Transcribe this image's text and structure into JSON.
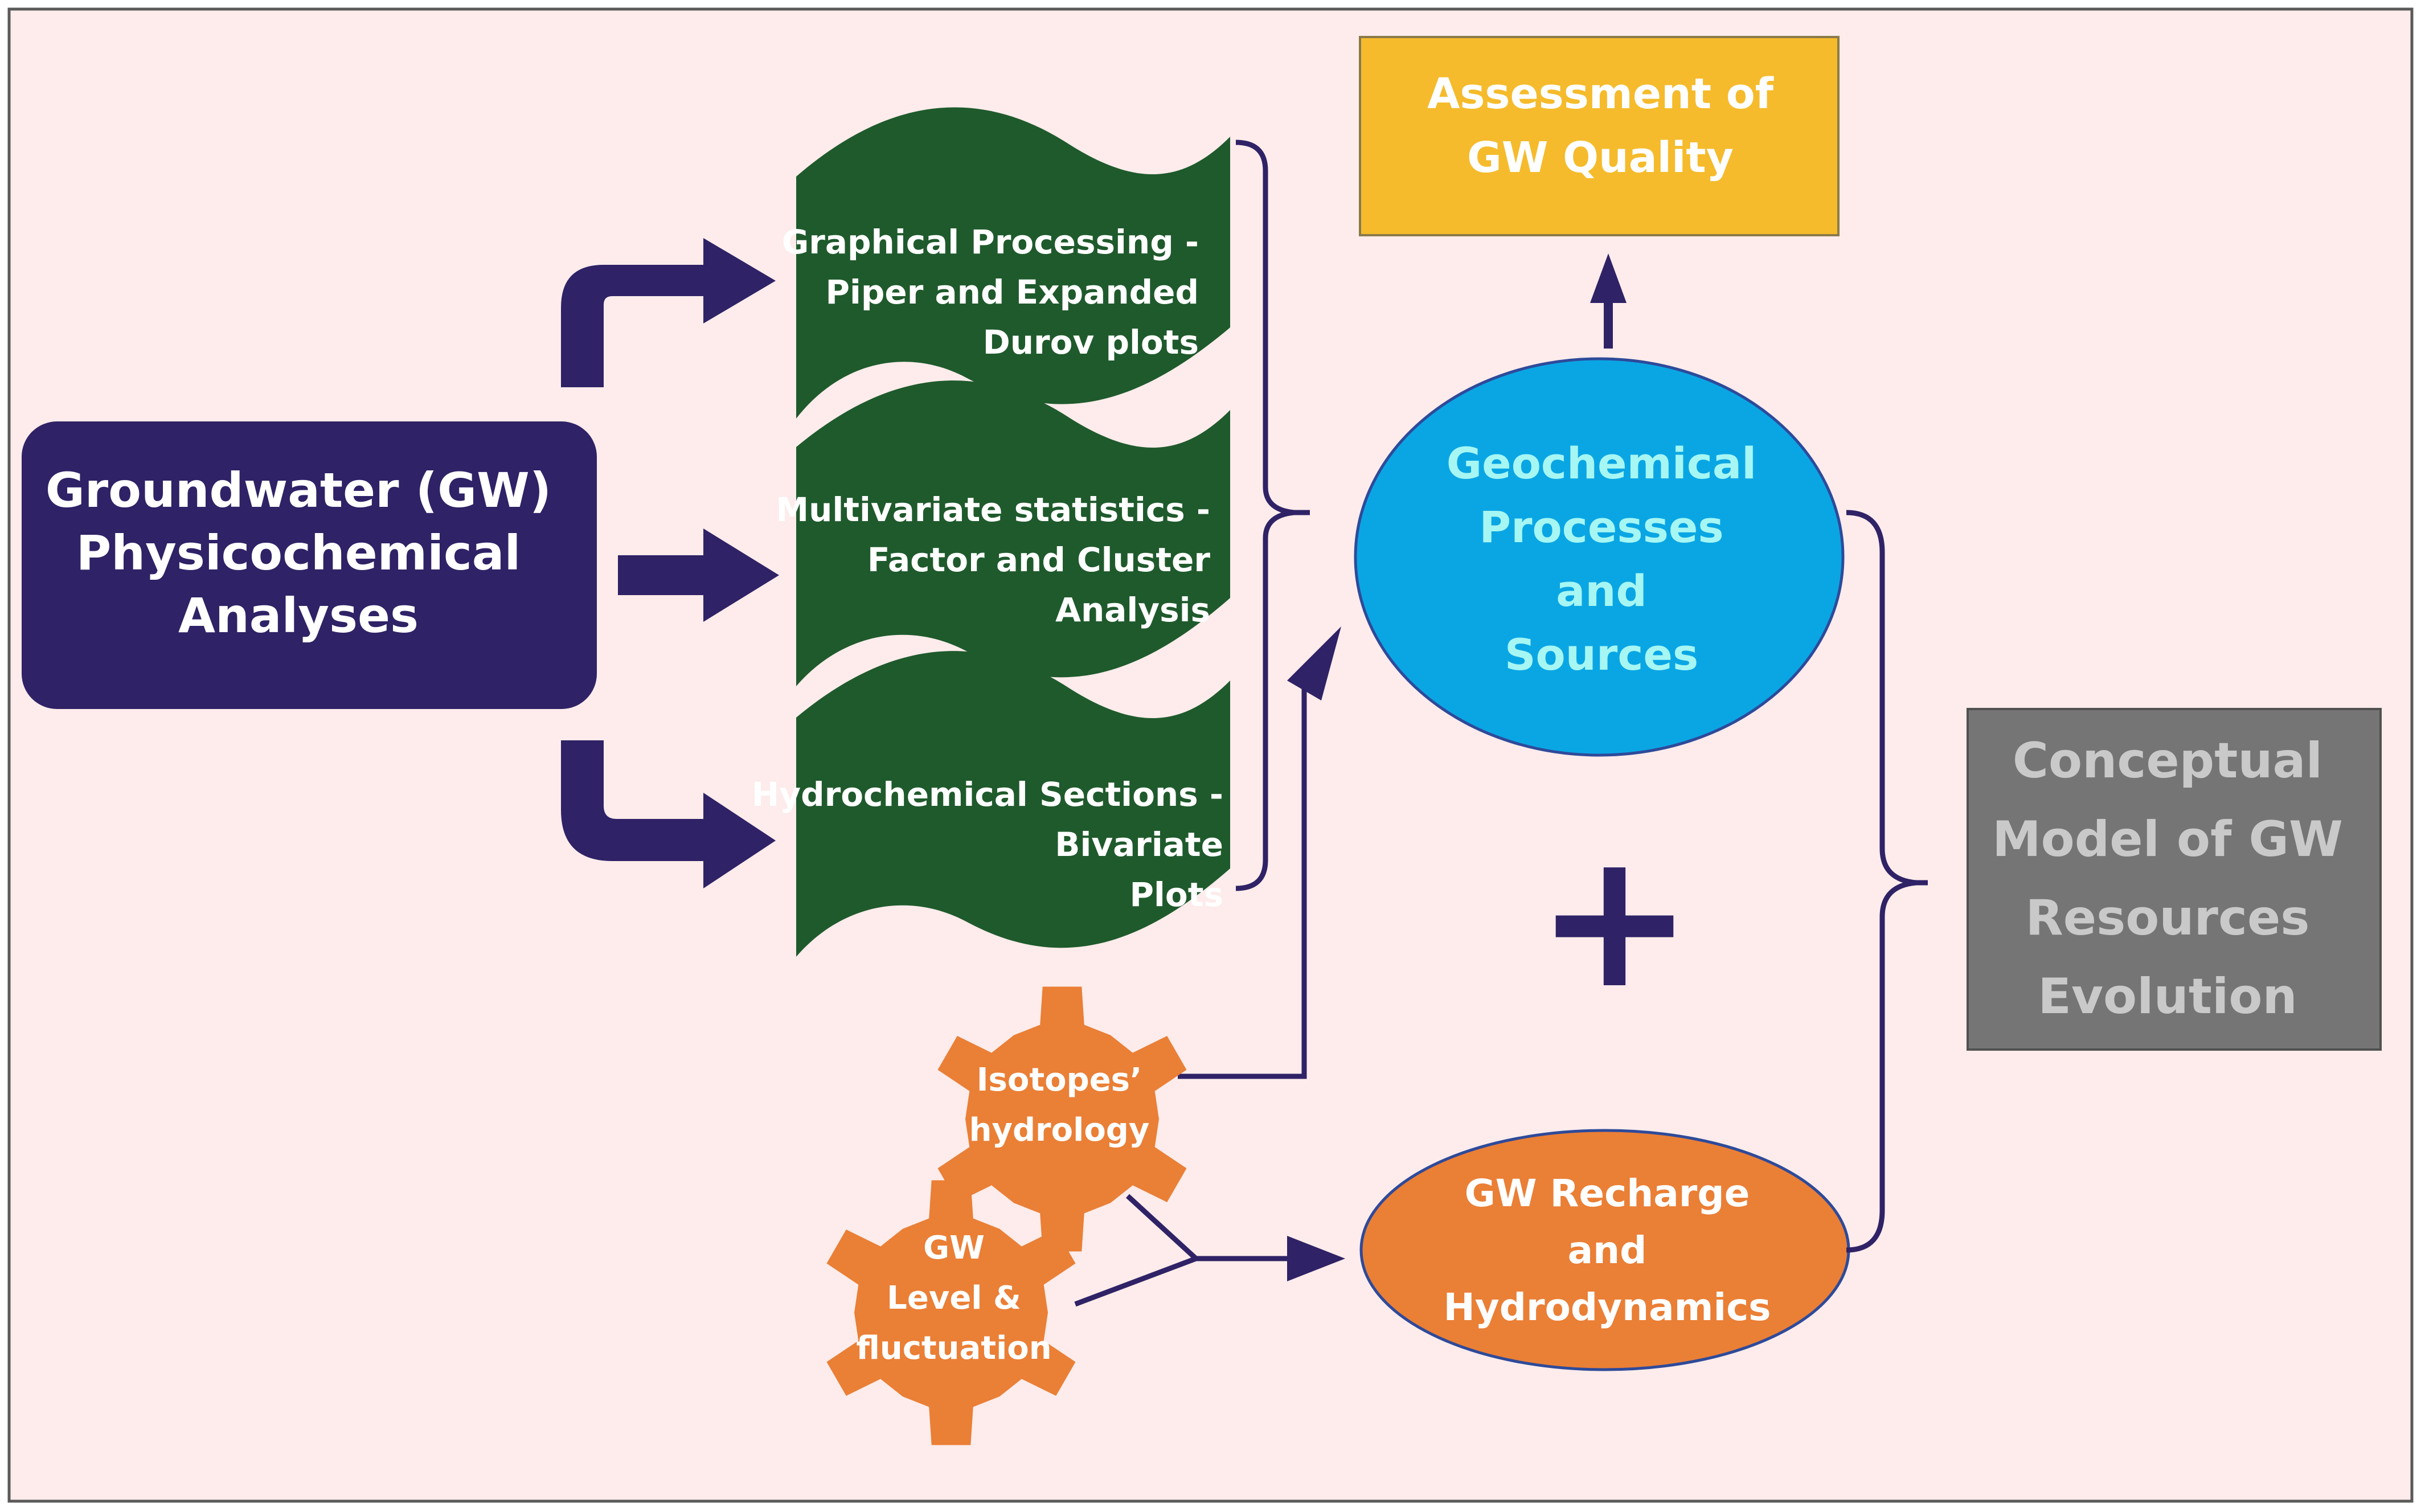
{
  "colors": {
    "background": "#fdeceb",
    "frame": "#5a5a5a",
    "navy": "#2f2266",
    "green": "#1f5a2c",
    "blue_fill": "#0aa6e4",
    "blue_text": "#a6f6f4",
    "yellow": "#f5bb2c",
    "orange": "#ea7f36",
    "gray": "#757575",
    "gray_text": "#c9c9c9"
  },
  "nodes": {
    "input": {
      "lines": [
        "Groundwater (GW)",
        "Physicochemical",
        "Analyses"
      ]
    },
    "graphical": {
      "lines": [
        "Graphical Processing -",
        "Piper and Expanded",
        "Durov plots"
      ]
    },
    "multivariate": {
      "lines": [
        "Multivariate statistics -",
        "Factor and Cluster",
        "Analysis"
      ]
    },
    "hydrochemical": {
      "lines": [
        "Hydrochemical Sections -",
        "Bivariate",
        "Plots"
      ]
    },
    "isotopes": {
      "lines": [
        "Isotopes’",
        "hydrology"
      ]
    },
    "gw_level": {
      "lines": [
        "GW",
        "Level &",
        "fluctuation"
      ]
    },
    "geochemical": {
      "lines": [
        "Geochemical",
        "Processes",
        "and",
        "Sources"
      ]
    },
    "assessment": {
      "lines": [
        "Assessment of",
        "GW Quality"
      ]
    },
    "recharge": {
      "lines": [
        "GW Recharge",
        "and",
        "Hydrodynamics"
      ]
    },
    "conceptual": {
      "lines": [
        "Conceptual",
        "Model of GW",
        "Resources",
        "Evolution"
      ]
    }
  },
  "operators": {
    "plus": "+"
  }
}
